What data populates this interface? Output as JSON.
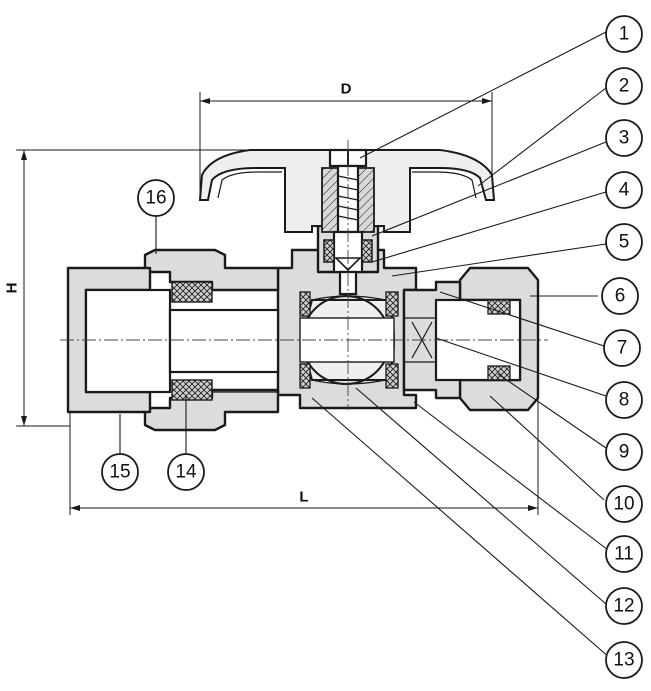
{
  "dimensions": {
    "d_label": "D",
    "h_label": "H",
    "l_label": "L"
  },
  "callouts": [
    "1",
    "2",
    "3",
    "4",
    "5",
    "6",
    "7",
    "8",
    "9",
    "10",
    "11",
    "12",
    "13",
    "14",
    "15",
    "16"
  ],
  "colors": {
    "line": "#1a1a1a",
    "hatch": "#1a1a1a",
    "fill": "#dcdcdc",
    "background": "#ffffff"
  }
}
